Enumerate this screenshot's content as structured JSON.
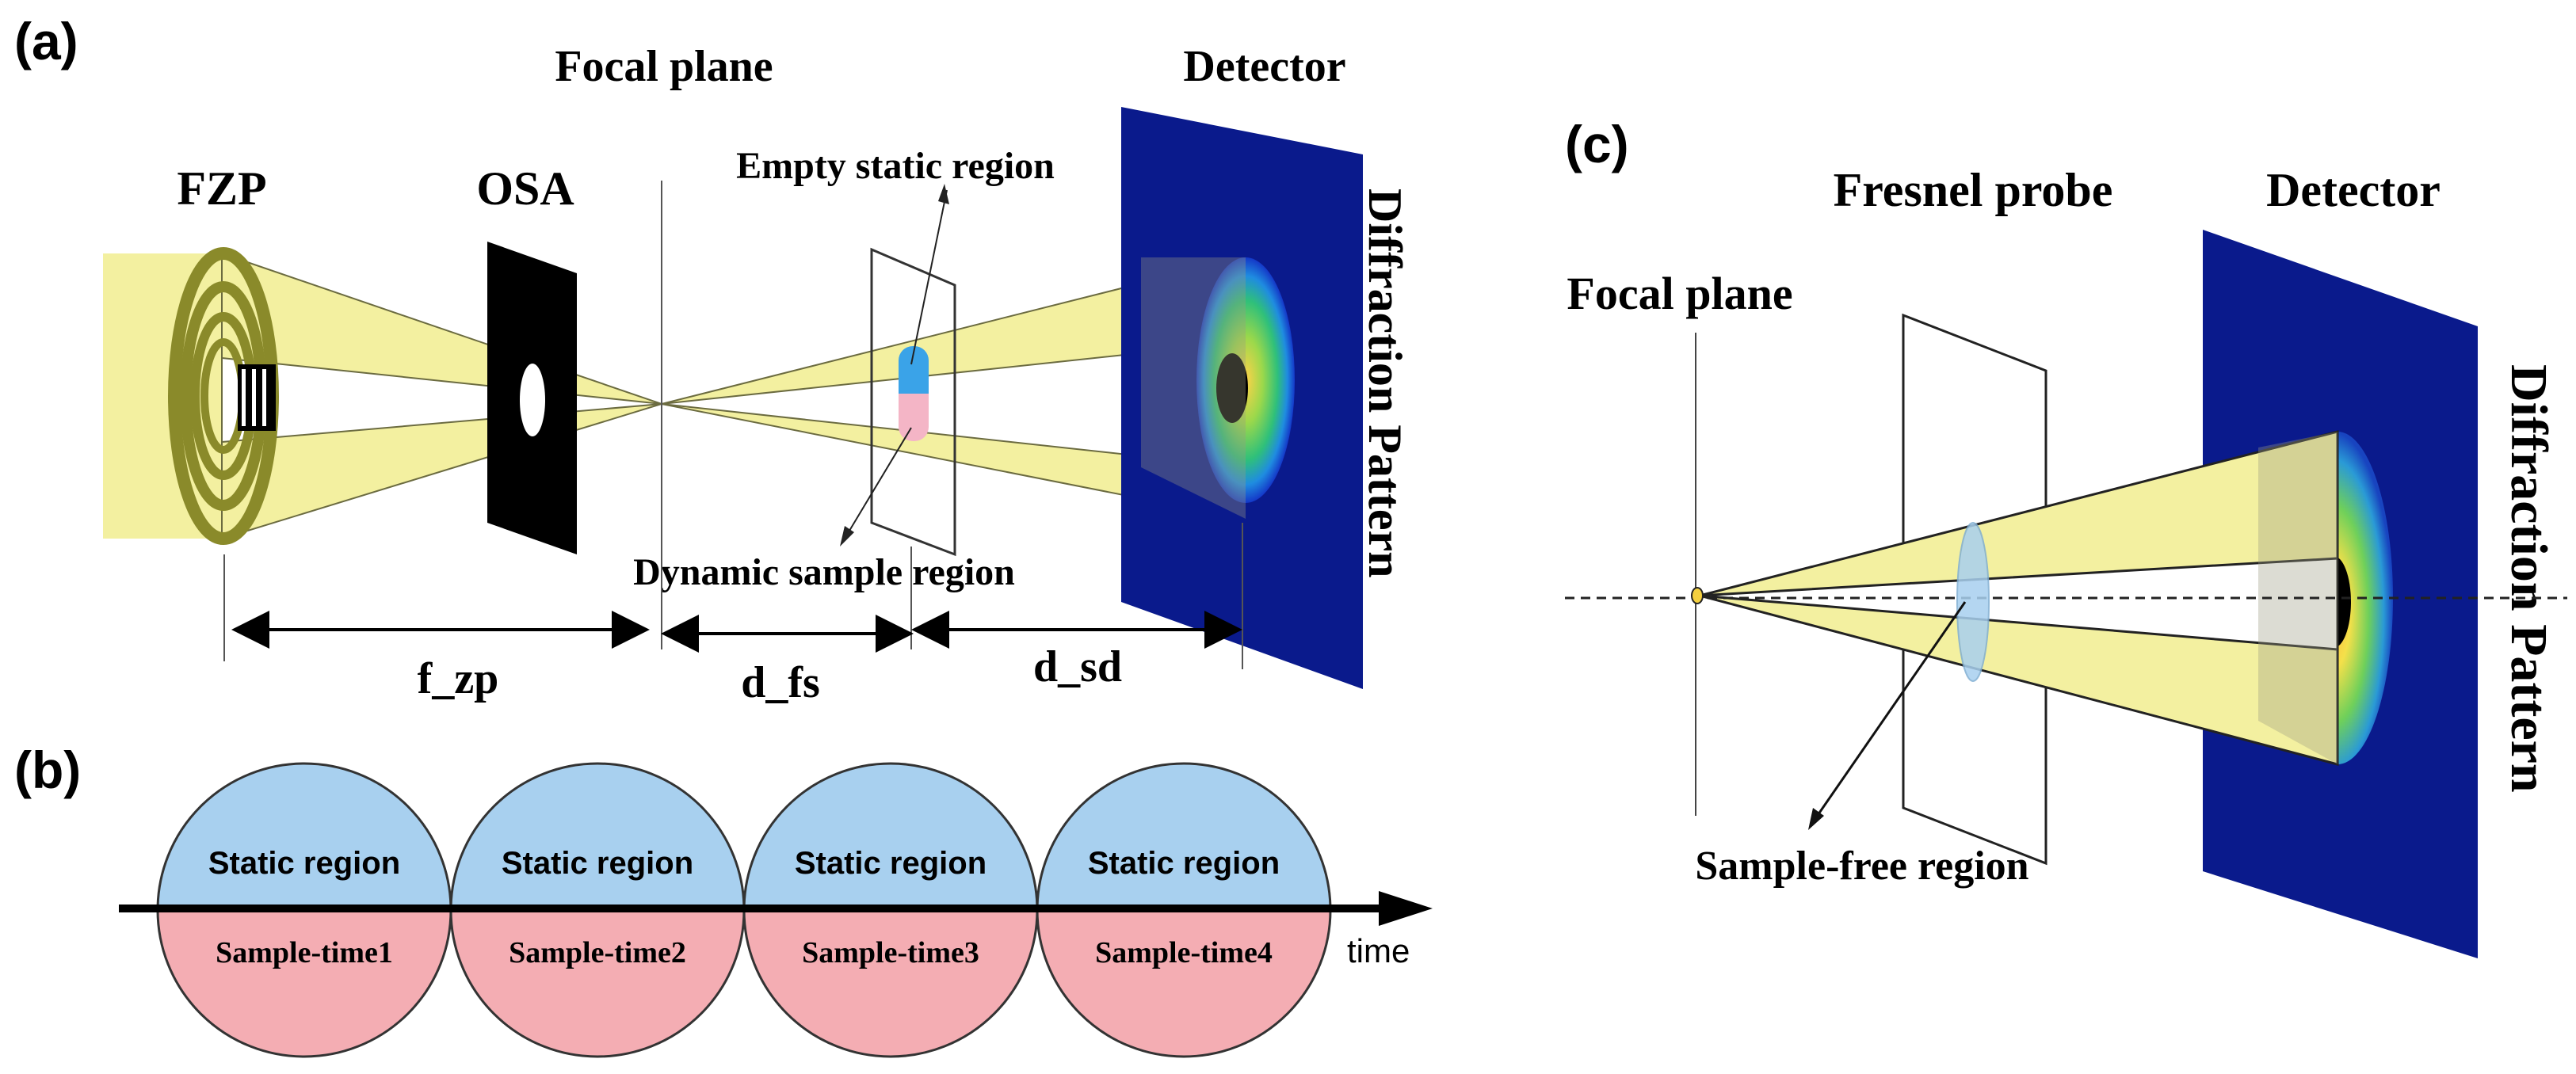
{
  "panels": {
    "a": {
      "letter": "(a)",
      "labels": {
        "focal_plane": "Focal plane",
        "detector": "Detector",
        "fzp": "FZP",
        "osa": "OSA",
        "empty_static_region": "Empty static region",
        "dynamic_sample_region": "Dynamic sample region",
        "diffraction_pattern": "Diffraction Pattern"
      },
      "distances": {
        "f_zp": "f_zp",
        "d_fs": "d_fs",
        "d_sd": "d_sd"
      }
    },
    "b": {
      "letter": "(b)",
      "axis_label": "time",
      "circles": [
        {
          "top": "Static region",
          "bottom": "Sample-time1"
        },
        {
          "top": "Static region",
          "bottom": "Sample-time2"
        },
        {
          "top": "Static region",
          "bottom": "Sample-time3"
        },
        {
          "top": "Static region",
          "bottom": "Sample-time4"
        }
      ]
    },
    "c": {
      "letter": "(c)",
      "labels": {
        "fresnel_probe": "Fresnel probe",
        "detector": "Detector",
        "focal_plane": "Focal plane",
        "sample_free_region": "Sample-free region",
        "diffraction_pattern": "Diffraction Pattern"
      }
    }
  },
  "colors": {
    "beam": "#f3f0a0",
    "beam_edge": "#3a3a20",
    "zone_plate": "#8a8a2a",
    "detector": "#0a1a8c",
    "static": "#a8d0ef",
    "sample": "#f4adb3",
    "static_marker": "#3aa3e8",
    "sample_marker": "#f4b5c6"
  }
}
